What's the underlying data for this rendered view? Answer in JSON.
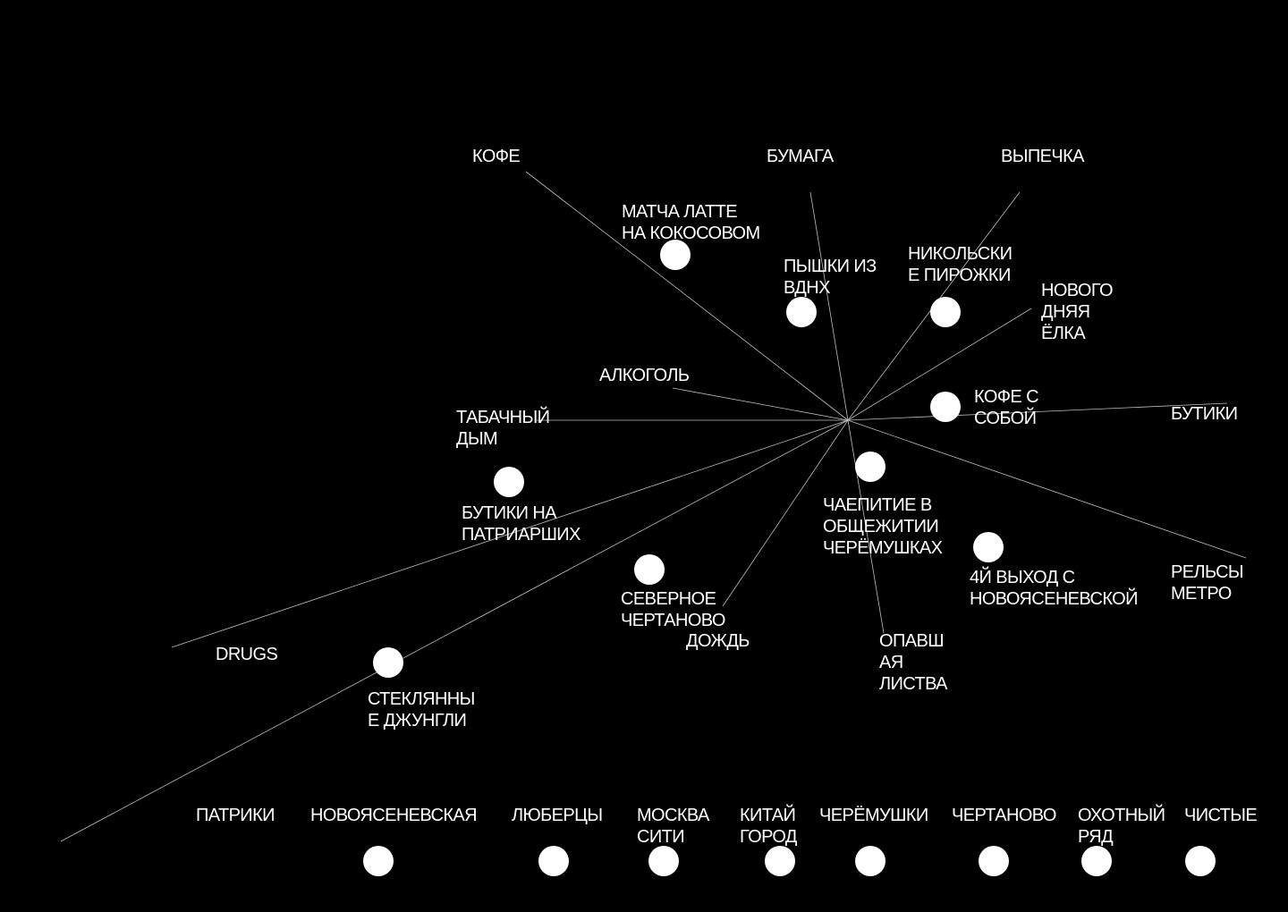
{
  "colors": {
    "background": "#000000",
    "text": "#ffffff",
    "ray": "#bdbdbd",
    "dot": "#ffffff"
  },
  "axes": [
    {
      "id": "coffee",
      "label": "КОФЕ"
    },
    {
      "id": "paper",
      "label": "БУМАГА"
    },
    {
      "id": "pastry",
      "label": "ВЫПЕЧКА"
    },
    {
      "id": "alcohol",
      "label": "АЛКОГОЛЬ"
    },
    {
      "id": "tobacco",
      "label": "ТАБАЧНЫЙ\nДЫМ"
    },
    {
      "id": "boutiques",
      "label": "БУТИКИ"
    },
    {
      "id": "rails",
      "label": "РЕЛЬСЫ\nМЕТРО"
    },
    {
      "id": "leaves",
      "label": "ОПАВШ\nАЯ\nЛИСТВА"
    },
    {
      "id": "rain",
      "label": "ДОЖДЬ"
    },
    {
      "id": "drugs",
      "label": "DRUGS"
    },
    {
      "id": "newyear",
      "label": "НОВОГО\nДНЯЯ\nЁЛКА"
    }
  ],
  "points": [
    {
      "id": "matcha",
      "label": "МАТЧА ЛАТТЕ\nНА КОКОСОВОМ"
    },
    {
      "id": "pyshki",
      "label": "ПЫШКИ ИЗ\nВДНХ"
    },
    {
      "id": "nikolskie",
      "label": "НИКОЛЬСКИ\nЕ ПИРОЖКИ"
    },
    {
      "id": "coffee-to-go",
      "label": "КОФЕ С\nСОБОЙ"
    },
    {
      "id": "patriarshie",
      "label": "БУТИКИ НА\nПАТРИАРШИХ"
    },
    {
      "id": "tea",
      "label": "ЧАЕПИТИЕ В\nОБЩЕЖИТИИ\nЧЕРЁМУШКАХ"
    },
    {
      "id": "exit4",
      "label": "4Й ВЫХОД С\nНОВОЯСЕНЕВСКОЙ"
    },
    {
      "id": "chertanovo",
      "label": "СЕВЕРНОЕ\nЧЕРТАНОВО"
    },
    {
      "id": "jungle",
      "label": "СТЕКЛЯННЫ\nЕ ДЖУНГЛИ"
    }
  ],
  "locations": [
    {
      "id": "patriki",
      "label": "ПАТРИКИ"
    },
    {
      "id": "novoyasenevskaya",
      "label": "НОВОЯСЕНЕВСКАЯ"
    },
    {
      "id": "lyubertsy",
      "label": "ЛЮБЕРЦЫ"
    },
    {
      "id": "moscow-city",
      "label": "МОСКВА\nСИТИ"
    },
    {
      "id": "kitay-gorod",
      "label": "КИТАЙ\nГОРОД"
    },
    {
      "id": "cheryomushki",
      "label": "ЧЕРЁМУШКИ"
    },
    {
      "id": "chertanovo",
      "label": "ЧЕРТАНОВО"
    },
    {
      "id": "okhotny-ryad",
      "label": "ОХОТНЫЙ\nРЯД"
    },
    {
      "id": "chistye",
      "label": "ЧИСТЫЕ"
    }
  ]
}
